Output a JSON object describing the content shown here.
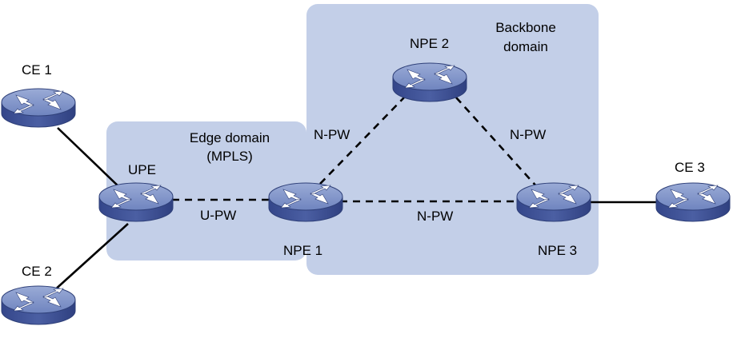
{
  "domains": {
    "edge": {
      "line1": "Edge domain",
      "line2": "(MPLS)"
    },
    "backbone": {
      "line1": "Backbone",
      "line2": "domain"
    }
  },
  "devices": {
    "ce1": "CE 1",
    "ce2": "CE 2",
    "ce3": "CE 3",
    "upe": "UPE",
    "npe1": "NPE 1",
    "npe2": "NPE 2",
    "npe3": "NPE 3"
  },
  "links": {
    "upe_npe1": "U-PW",
    "npe1_npe2": "N-PW",
    "npe2_npe3": "N-PW",
    "npe1_npe3": "N-PW"
  },
  "colors": {
    "domain_fill": "#c3cfe8",
    "router_top": "#8296c9",
    "router_side": "#3f5295",
    "router_edge": "#2e3f78",
    "arrow": "#ffffff"
  }
}
